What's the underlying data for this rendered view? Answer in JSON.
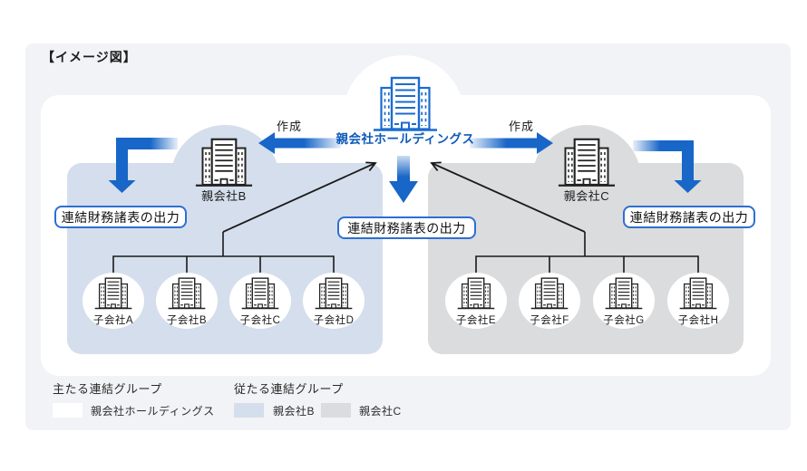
{
  "title": "【イメージ図】",
  "holdings": {
    "label": "親会社ホールディングス"
  },
  "arrows": {
    "create_left_label": "作成",
    "create_right_label": "作成"
  },
  "output_boxes": {
    "left": "連結財務諸表の出力",
    "center": "連結財務諸表の出力",
    "right": "連結財務諸表の出力"
  },
  "groups": {
    "b": {
      "parent_label": "親会社B",
      "subsidiaries": [
        "子会社A",
        "子会社B",
        "子会社C",
        "子会社D"
      ]
    },
    "c": {
      "parent_label": "親会社C",
      "subsidiaries": [
        "子会社E",
        "子会社F",
        "子会社G",
        "子会社H"
      ]
    }
  },
  "legend": {
    "primary_title": "主たる連結グループ",
    "primary_item": "親会社ホールディングス",
    "primary_color": "#ffffff",
    "secondary_title": "従たる連結グループ",
    "secondary_item_b": "親会社B",
    "secondary_color_b": "#d5deec",
    "secondary_item_c": "親会社C",
    "secondary_color_c": "#dbdcdd"
  },
  "colors": {
    "accent_blue": "#1766c8",
    "holdings_text_blue": "#0c5ab8",
    "building_blue": "#1b6bd0",
    "group_b_bg": "#d5deec",
    "group_c_bg": "#dbdcdd",
    "card_bg": "#f2f3f6",
    "line_black": "#1a1a1a"
  }
}
